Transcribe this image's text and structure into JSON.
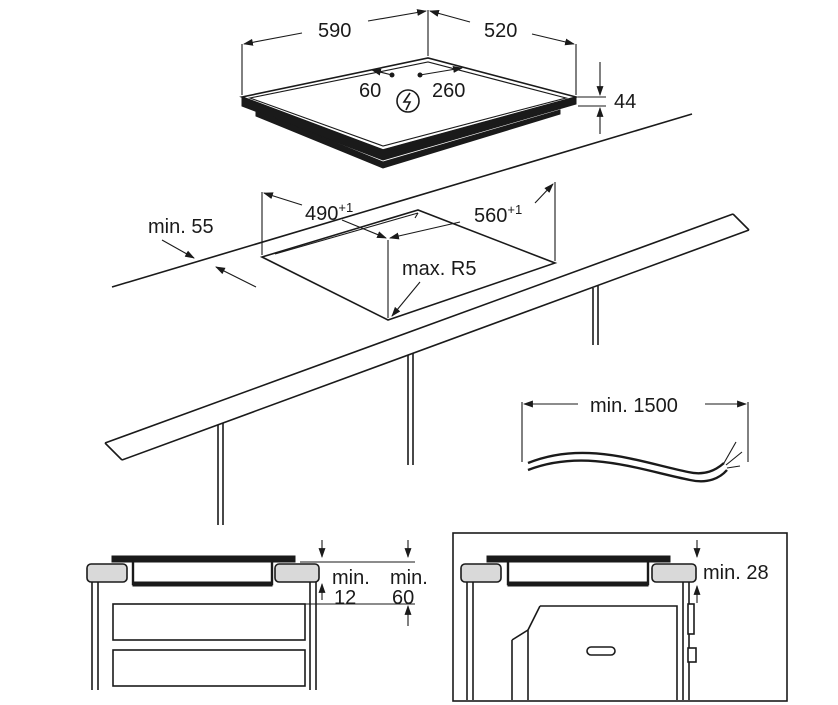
{
  "hob": {
    "width": "590",
    "depth": "520",
    "height": "44",
    "cable_left": "60",
    "cable_right": "260"
  },
  "cutout": {
    "width": "490",
    "width_tol": "+1",
    "depth": "560",
    "depth_tol": "+1",
    "front_margin": "min. 55",
    "corner_radius": "max. R5"
  },
  "cable": {
    "length": "min. 1500"
  },
  "section_drawer": {
    "gap_label_line1": "min.",
    "gap_label_line2": "12",
    "space_label_line1": "min.",
    "space_label_line2": "60"
  },
  "section_oven": {
    "gap_label": "min. 28"
  },
  "colors": {
    "line": "#1a1a1a",
    "worktop_edge": "#d9d9d9",
    "background": "#ffffff"
  }
}
